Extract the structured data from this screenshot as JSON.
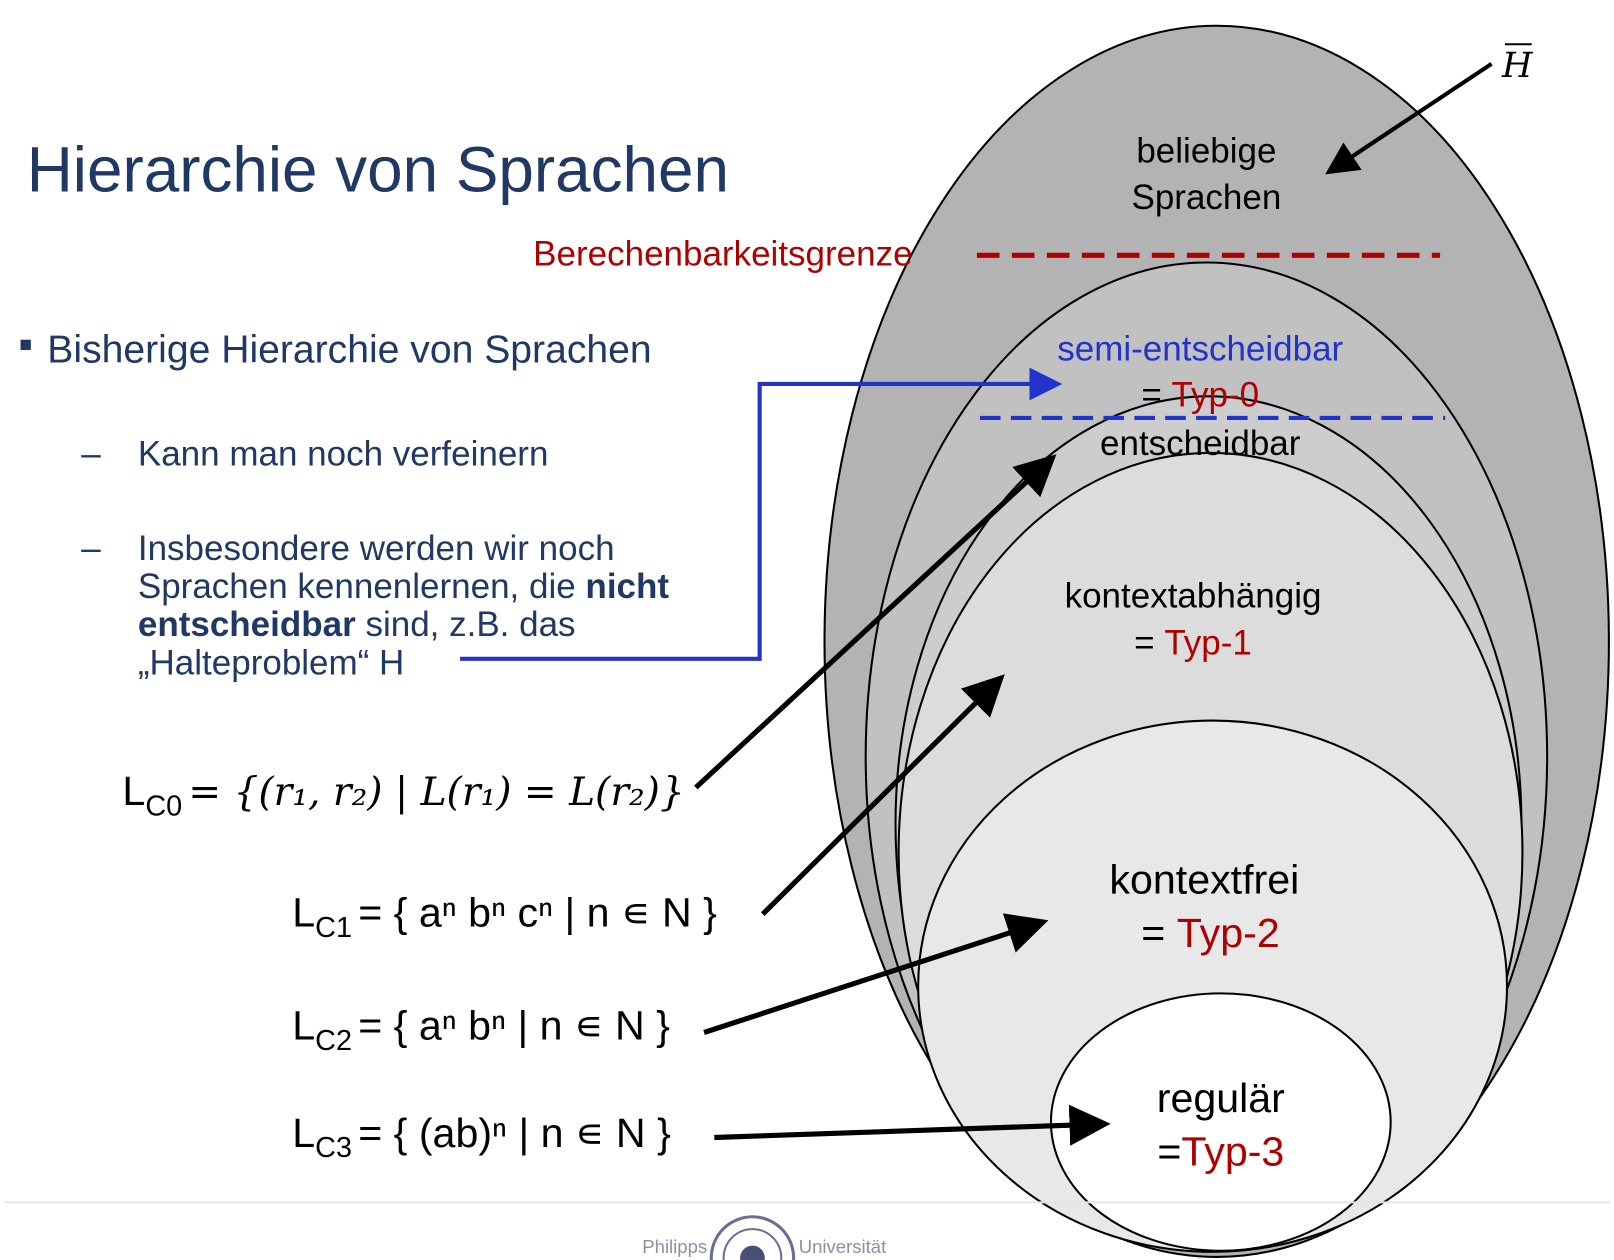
{
  "title": "Hierarchie von Sprachen",
  "bullet": {
    "main": "Bisherige Hierarchie von Sprachen",
    "sub1": "Kann man noch verfeinern",
    "sub2_line1": "Insbesondere werden wir noch",
    "sub2_line2a": "Sprachen kennenlernen, die ",
    "sub2_line2b": "nicht",
    "sub2_line3a": "entscheidbar",
    "sub2_line3b": " sind, z.B. das",
    "sub2_line4": "„Halteproblem“ H",
    "dash": "–"
  },
  "boundary_label": "Berechenbarkeitsgrenze",
  "regions": {
    "arbitrary_1": "beliebige",
    "arbitrary_2": "Sprachen",
    "hbar": "H",
    "semi": "semi-entscheidbar",
    "semi_eq": "= ",
    "semi_type": "Typ-0",
    "decidable": "entscheidbar",
    "cs": "kontextabhängig",
    "cs_eq": "= ",
    "cs_type": "Typ-1",
    "cf": "kontextfrei",
    "cf_eq": "= ",
    "cf_type": "Typ-2",
    "reg": "regulär",
    "reg_eq": "=",
    "reg_type": "Typ-3"
  },
  "examples": {
    "lc0_L": "L",
    "lc0_sub": "C0",
    "lc0_rest": "= {(r₁, r₂) | L(r₁) = L(r₂)}",
    "lc1_L": "L",
    "lc1_sub": "C1",
    "lc1_rest": "= { aⁿ bⁿ cⁿ | n ∊ N }",
    "lc2_L": "L",
    "lc2_sub": "C2",
    "lc2_rest": "= { aⁿ bⁿ | n ∊ N }",
    "lc3_L": "L",
    "lc3_sub": "C3",
    "lc3_rest": "= { (ab)ⁿ | n ∊ N }"
  },
  "footer": {
    "left": "Philipps",
    "right": "Universität"
  },
  "colors": {
    "title": "#1f3864",
    "red": "#b00000",
    "blue": "#2233cc"
  }
}
